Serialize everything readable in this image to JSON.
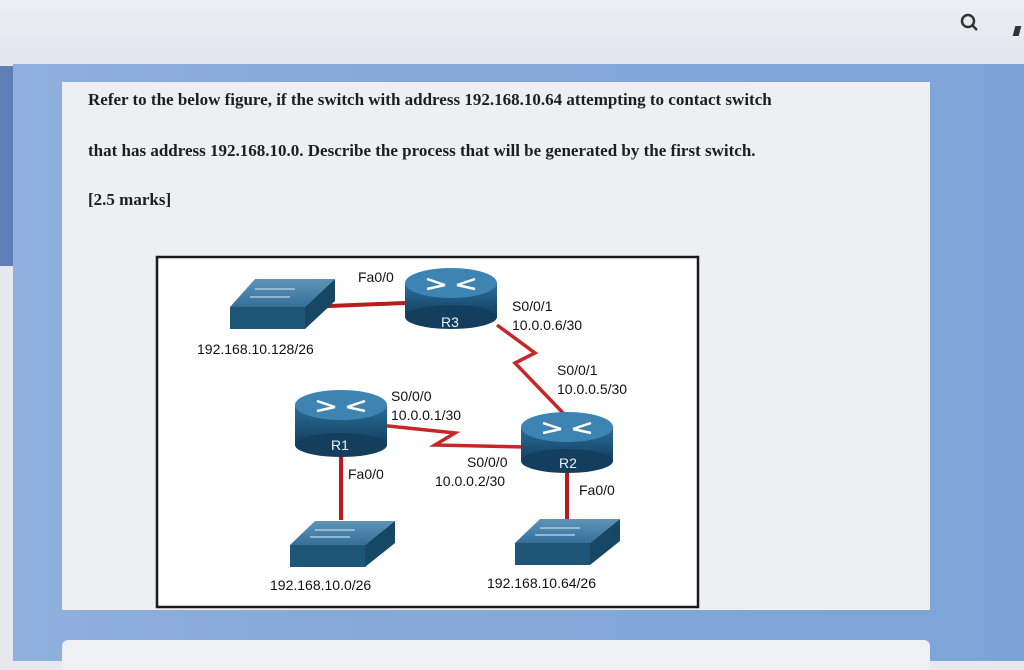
{
  "question": {
    "line1": "Refer to the below figure, if the switch with address 192.168.10.64 attempting to contact switch",
    "line2": "that has address 192.168.10.0. Describe the process that will be generated by the first switch.",
    "line3": "[2.5 marks]"
  },
  "diagram": {
    "r3": {
      "name": "R3",
      "port": "Fa0/0",
      "serial_port": "S0/0/1",
      "serial_ip": "10.0.0.6/30"
    },
    "r1": {
      "name": "R1",
      "serial_port": "S0/0/0",
      "serial_ip": "10.0.0.1/30",
      "lan_port": "Fa0/0"
    },
    "r2": {
      "name": "R2",
      "serial_port_r3": "S0/0/1",
      "serial_ip_r3": "10.0.0.5/30",
      "serial_port_r1": "S0/0/0",
      "serial_ip_r1": "10.0.0.2/30",
      "lan_port": "Fa0/0"
    },
    "lan_r3": "192.168.10.128/26",
    "lan_r1": "192.168.10.0/26",
    "lan_r2": "192.168.10.64/26"
  },
  "icons": {
    "search": "search-icon"
  },
  "colors": {
    "router": "#1f5f8b",
    "switch": "#27688f",
    "ethernet_link": "#b81c1c",
    "serial_link": "#c62828"
  }
}
